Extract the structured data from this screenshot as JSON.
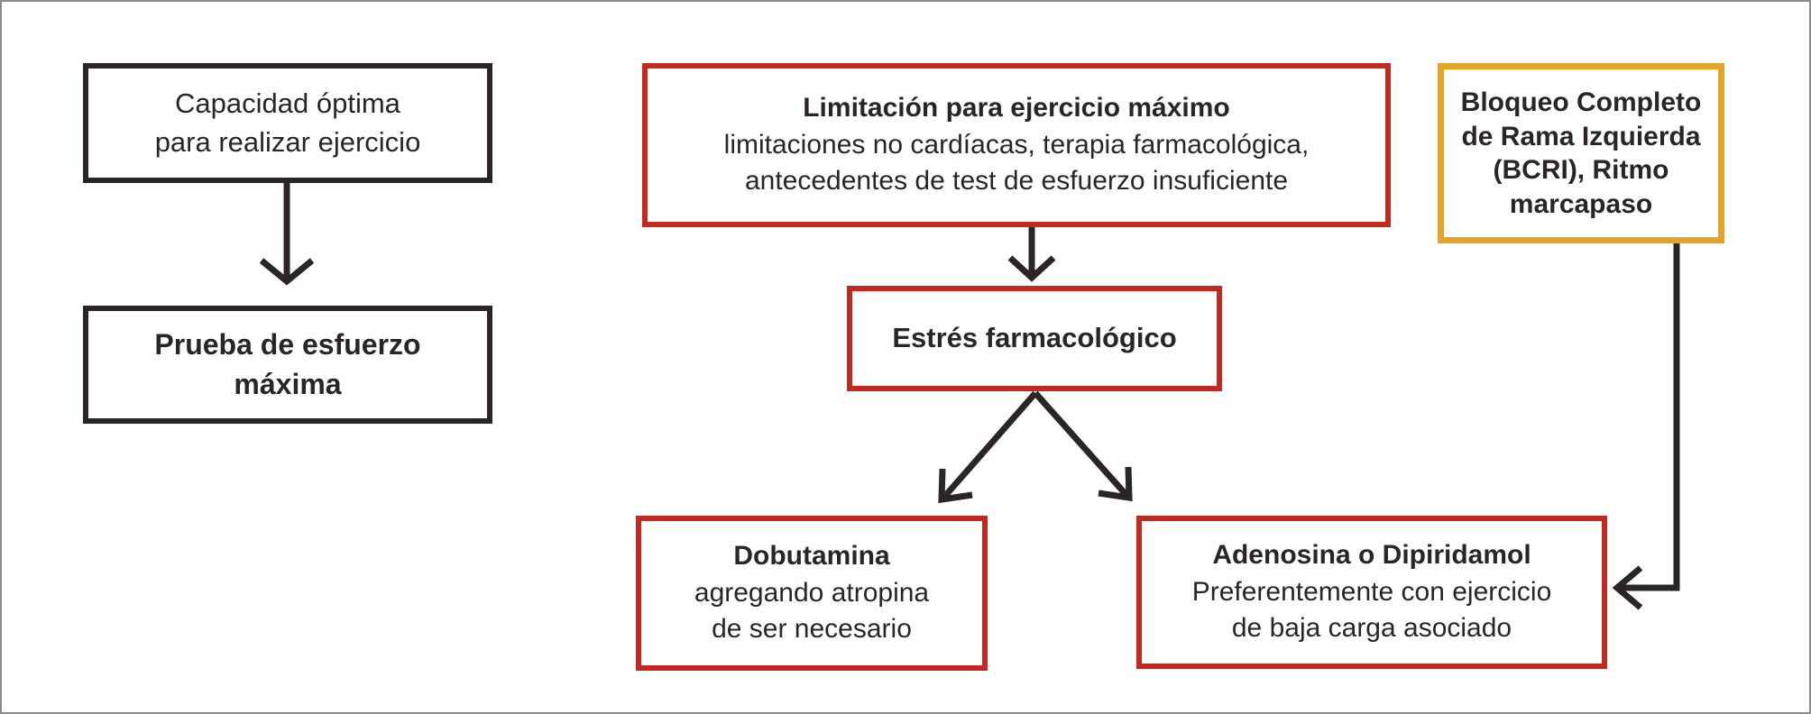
{
  "diagram": {
    "boxes": {
      "capacity": {
        "lines": [
          "Capacidad óptima",
          "para realizar ejercicio"
        ]
      },
      "max_stress_test": {
        "lines": [
          "Prueba de esfuerzo",
          "máxima"
        ]
      },
      "limitation": {
        "title": "Limitación para ejercicio máximo",
        "lines": [
          "limitaciones no cardíacas, terapia farmacológica,",
          "antecedentes de test de esfuerzo insuficiente"
        ]
      },
      "pharmacological_stress": {
        "title": "Estrés farmacológico"
      },
      "dobutamine": {
        "title": "Dobutamina",
        "lines": [
          "agregando atropina",
          "de ser necesario"
        ]
      },
      "adenosine": {
        "title": "Adenosina o Dipiridamol",
        "lines": [
          "Preferentemente con ejercicio",
          "de baja carga asociado"
        ]
      },
      "lbbb_pacemaker": {
        "lines": [
          "Bloqueo Completo",
          "de Rama Izquierda",
          "(BCRI), Ritmo",
          "marcapaso"
        ]
      }
    },
    "colors": {
      "black_border": "#2b2523",
      "red_border": "#c3291e",
      "orange_border": "#e6a427",
      "arrow": "#2b2523",
      "text": "#2b2523",
      "frame": "#8c8c8c",
      "background": "#ffffff"
    }
  }
}
